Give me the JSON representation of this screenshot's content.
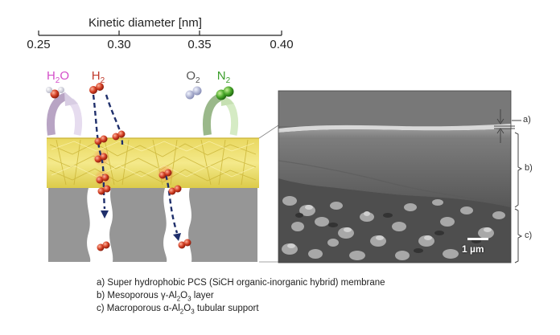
{
  "axis": {
    "title": "Kinetic diameter [nm]",
    "ticks": [
      "0.25",
      "0.30",
      "0.35",
      "0.40"
    ]
  },
  "gases": [
    {
      "base": "H",
      "sub": "2",
      "tail": "O",
      "color": "#d44ec9"
    },
    {
      "base": "H",
      "sub": "2",
      "tail": "",
      "color": "#c0392b"
    },
    {
      "base": "O",
      "sub": "2",
      "tail": "",
      "color": "#555555"
    },
    {
      "base": "N",
      "sub": "2",
      "tail": "",
      "color": "#3a9d2a"
    }
  ],
  "layer_labels": [
    "a)",
    "b)",
    "c)"
  ],
  "scale_bar": "1 µm",
  "captions": [
    {
      "pre": "a) Super hydrophobic PCS (SiCH organic-inorganic hybrid) membrane",
      "mid": "",
      "post": ""
    },
    {
      "pre": "b) Mesoporous γ-Al",
      "sub": "2",
      "mid": "O",
      "sub2": "3",
      "post": " layer"
    },
    {
      "pre": "c) Macroporous α-Al",
      "sub": "2",
      "mid": "O",
      "sub2": "3",
      "post": " tubular support"
    }
  ]
}
